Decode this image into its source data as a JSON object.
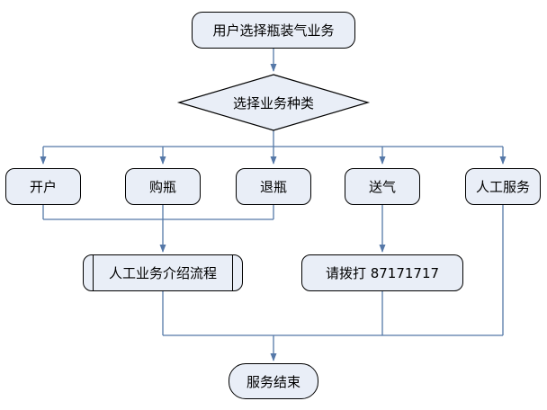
{
  "diagram": {
    "type": "flowchart",
    "language": "zh-CN",
    "colors": {
      "node_fill": "#e9eef7",
      "node_border": "#000000",
      "connector": "#5578a8",
      "text": "#000000",
      "background": "#ffffff"
    },
    "nodes": {
      "start": {
        "label": "用户选择瓶装气业务",
        "shape": "terminator"
      },
      "decision": {
        "label": "选择业务种类",
        "shape": "diamond"
      },
      "open_account": {
        "label": "开户",
        "shape": "process"
      },
      "buy_bottle": {
        "label": "购瓶",
        "shape": "process"
      },
      "return_bottle": {
        "label": "退瓶",
        "shape": "process"
      },
      "deliver_gas": {
        "label": "送气",
        "shape": "process"
      },
      "manual_service": {
        "label": "人工服务",
        "shape": "process"
      },
      "manual_intro": {
        "label": "人工业务介绍流程",
        "shape": "predefined-process"
      },
      "call_number": {
        "label": "请拨打 87171717",
        "shape": "process"
      },
      "end": {
        "label": "服务结束",
        "shape": "terminator"
      }
    },
    "edges": [
      "start -> decision",
      "decision -> open_account",
      "decision -> buy_bottle",
      "decision -> return_bottle",
      "decision -> deliver_gas",
      "decision -> manual_service",
      "open_account -> manual_intro",
      "buy_bottle -> manual_intro",
      "return_bottle -> manual_intro",
      "deliver_gas -> call_number",
      "manual_intro -> end",
      "call_number -> end",
      "manual_service -> end"
    ]
  }
}
